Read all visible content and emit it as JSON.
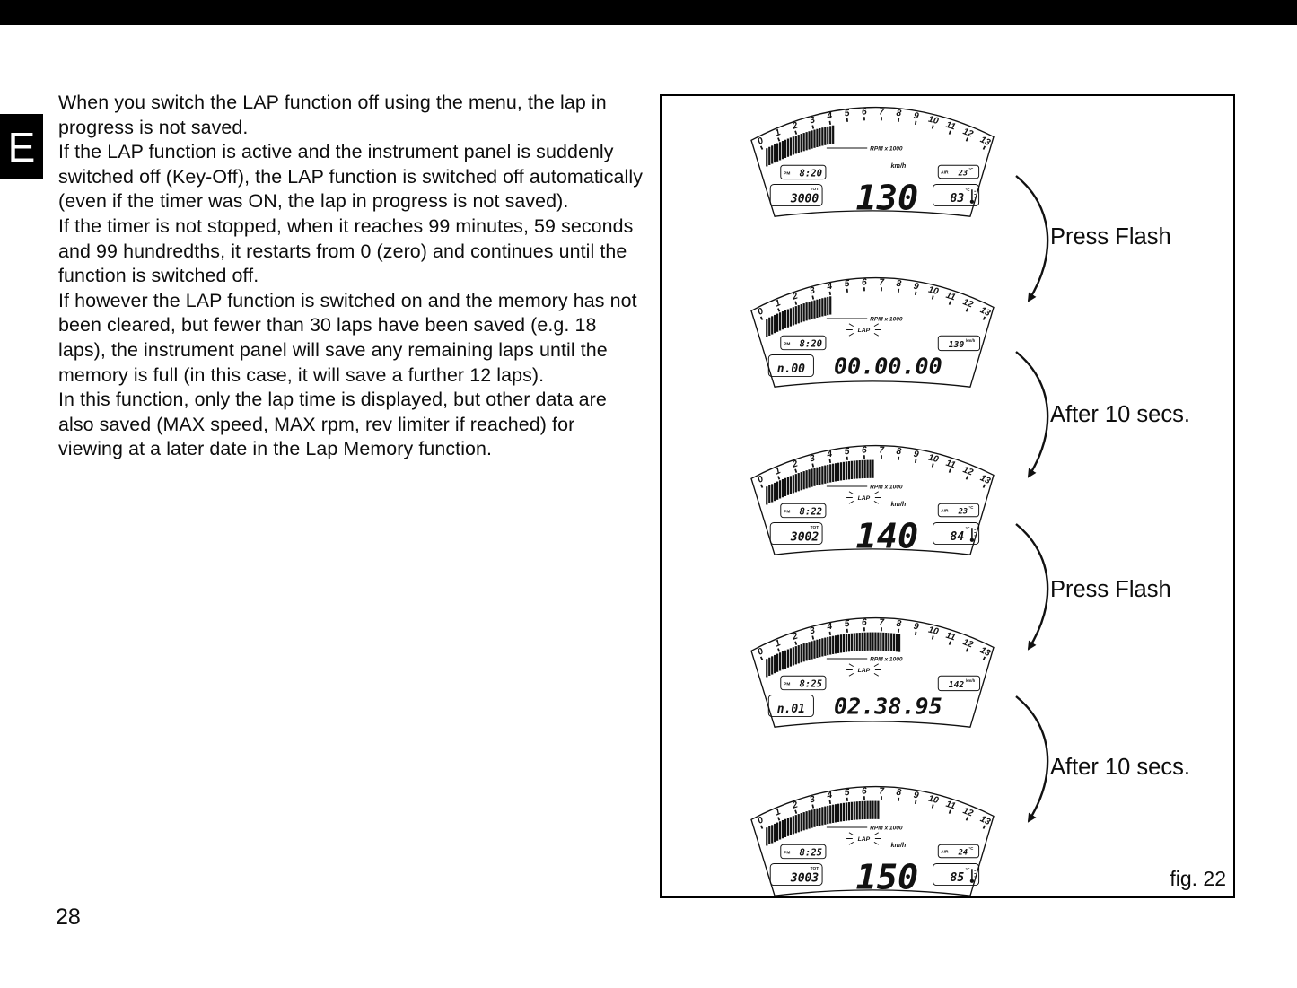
{
  "page": {
    "section_tab": "E",
    "page_number": "28"
  },
  "body_text": {
    "paragraphs": [
      "When you switch the LAP function off using the menu, the lap in progress is not saved.",
      "If the LAP function is active and the instrument panel is suddenly switched off (Key-Off), the LAP function is switched off automatically (even if the timer was ON, the lap in progress is not saved).",
      "If the timer is not stopped, when it reaches 99 minutes, 59 seconds and 99 hundredths, it restarts from 0 (zero) and continues until the function is switched off.",
      "If however the LAP function is switched on and the memory has not been cleared, but fewer than 30 laps have been saved (e.g. 18 laps), the instrument panel will save any remaining laps until the memory is full (in this case, it will save a further 12 laps).",
      "In this function, only the lap time is displayed, but other data are also saved (MAX speed, MAX rpm, rev limiter if reached) for viewing at a later date in the Lap Memory function."
    ]
  },
  "figure": {
    "label": "fig. 22",
    "lap_indicator_label": "LAP",
    "steps": [
      {
        "label": "Press Flash"
      },
      {
        "label": "After 10 secs."
      },
      {
        "label": "Press Flash"
      },
      {
        "label": "After 10 secs."
      }
    ],
    "tach": {
      "scale": [
        "0",
        "1",
        "2",
        "3",
        "4",
        "5",
        "6",
        "7",
        "8",
        "9",
        "10",
        "11",
        "12",
        "13"
      ],
      "rpm_label": "RPM x 1000"
    },
    "panels": [
      {
        "type": "standard",
        "bars_to": 4.3,
        "lap_indicator": false,
        "clock_meridiem": "PM",
        "clock": "8:20",
        "odo_label": "TOT",
        "odometer": "3000",
        "speed": "130",
        "speed_unit": "km/h",
        "air_label": "AIR",
        "air_temp": "23",
        "water_temp": "83",
        "temp_unit": "°C"
      },
      {
        "type": "lap",
        "bars_to": 4.1,
        "lap_indicator": true,
        "clock_meridiem": "PM",
        "clock": "8:20",
        "lap_count": "n.00",
        "lap_time": "00.00.00",
        "speed_small": "130",
        "speed_unit": "km/h"
      },
      {
        "type": "standard",
        "bars_to": 6.6,
        "lap_indicator": true,
        "clock_meridiem": "PM",
        "clock": "8:22",
        "odo_label": "TOT",
        "odometer": "3002",
        "speed": "140",
        "speed_unit": "km/h",
        "air_label": "AIR",
        "air_temp": "23",
        "water_temp": "84",
        "temp_unit": "°C"
      },
      {
        "type": "lap",
        "bars_to": 8.2,
        "lap_indicator": true,
        "clock_meridiem": "PM",
        "clock": "8:25",
        "lap_count": "n.01",
        "lap_time": "02.38.95",
        "speed_small": "142",
        "speed_unit": "km/h"
      },
      {
        "type": "standard",
        "bars_to": 6.9,
        "lap_indicator": true,
        "clock_meridiem": "PM",
        "clock": "8:25",
        "odo_label": "TOT",
        "odometer": "3003",
        "speed": "150",
        "speed_unit": "km/h",
        "air_label": "AIR",
        "air_temp": "24",
        "water_temp": "85",
        "temp_unit": "°C"
      }
    ]
  }
}
